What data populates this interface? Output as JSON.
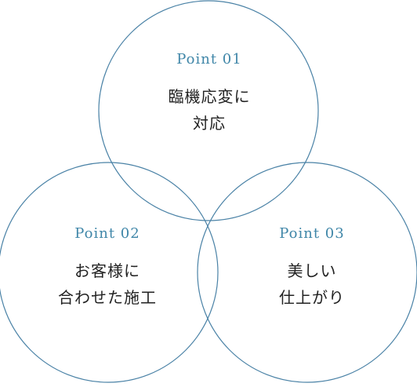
{
  "colors": {
    "circle_stroke": "#4a82a6",
    "title": "#3f86a8",
    "text": "#222222"
  },
  "points": [
    {
      "title": "Point 01",
      "lines": [
        "臨機応変に",
        "対応"
      ]
    },
    {
      "title": "Point 02",
      "lines": [
        "お客様に",
        "合わせた施工"
      ]
    },
    {
      "title": "Point 03",
      "lines": [
        "美しい",
        "仕上がり"
      ]
    }
  ]
}
